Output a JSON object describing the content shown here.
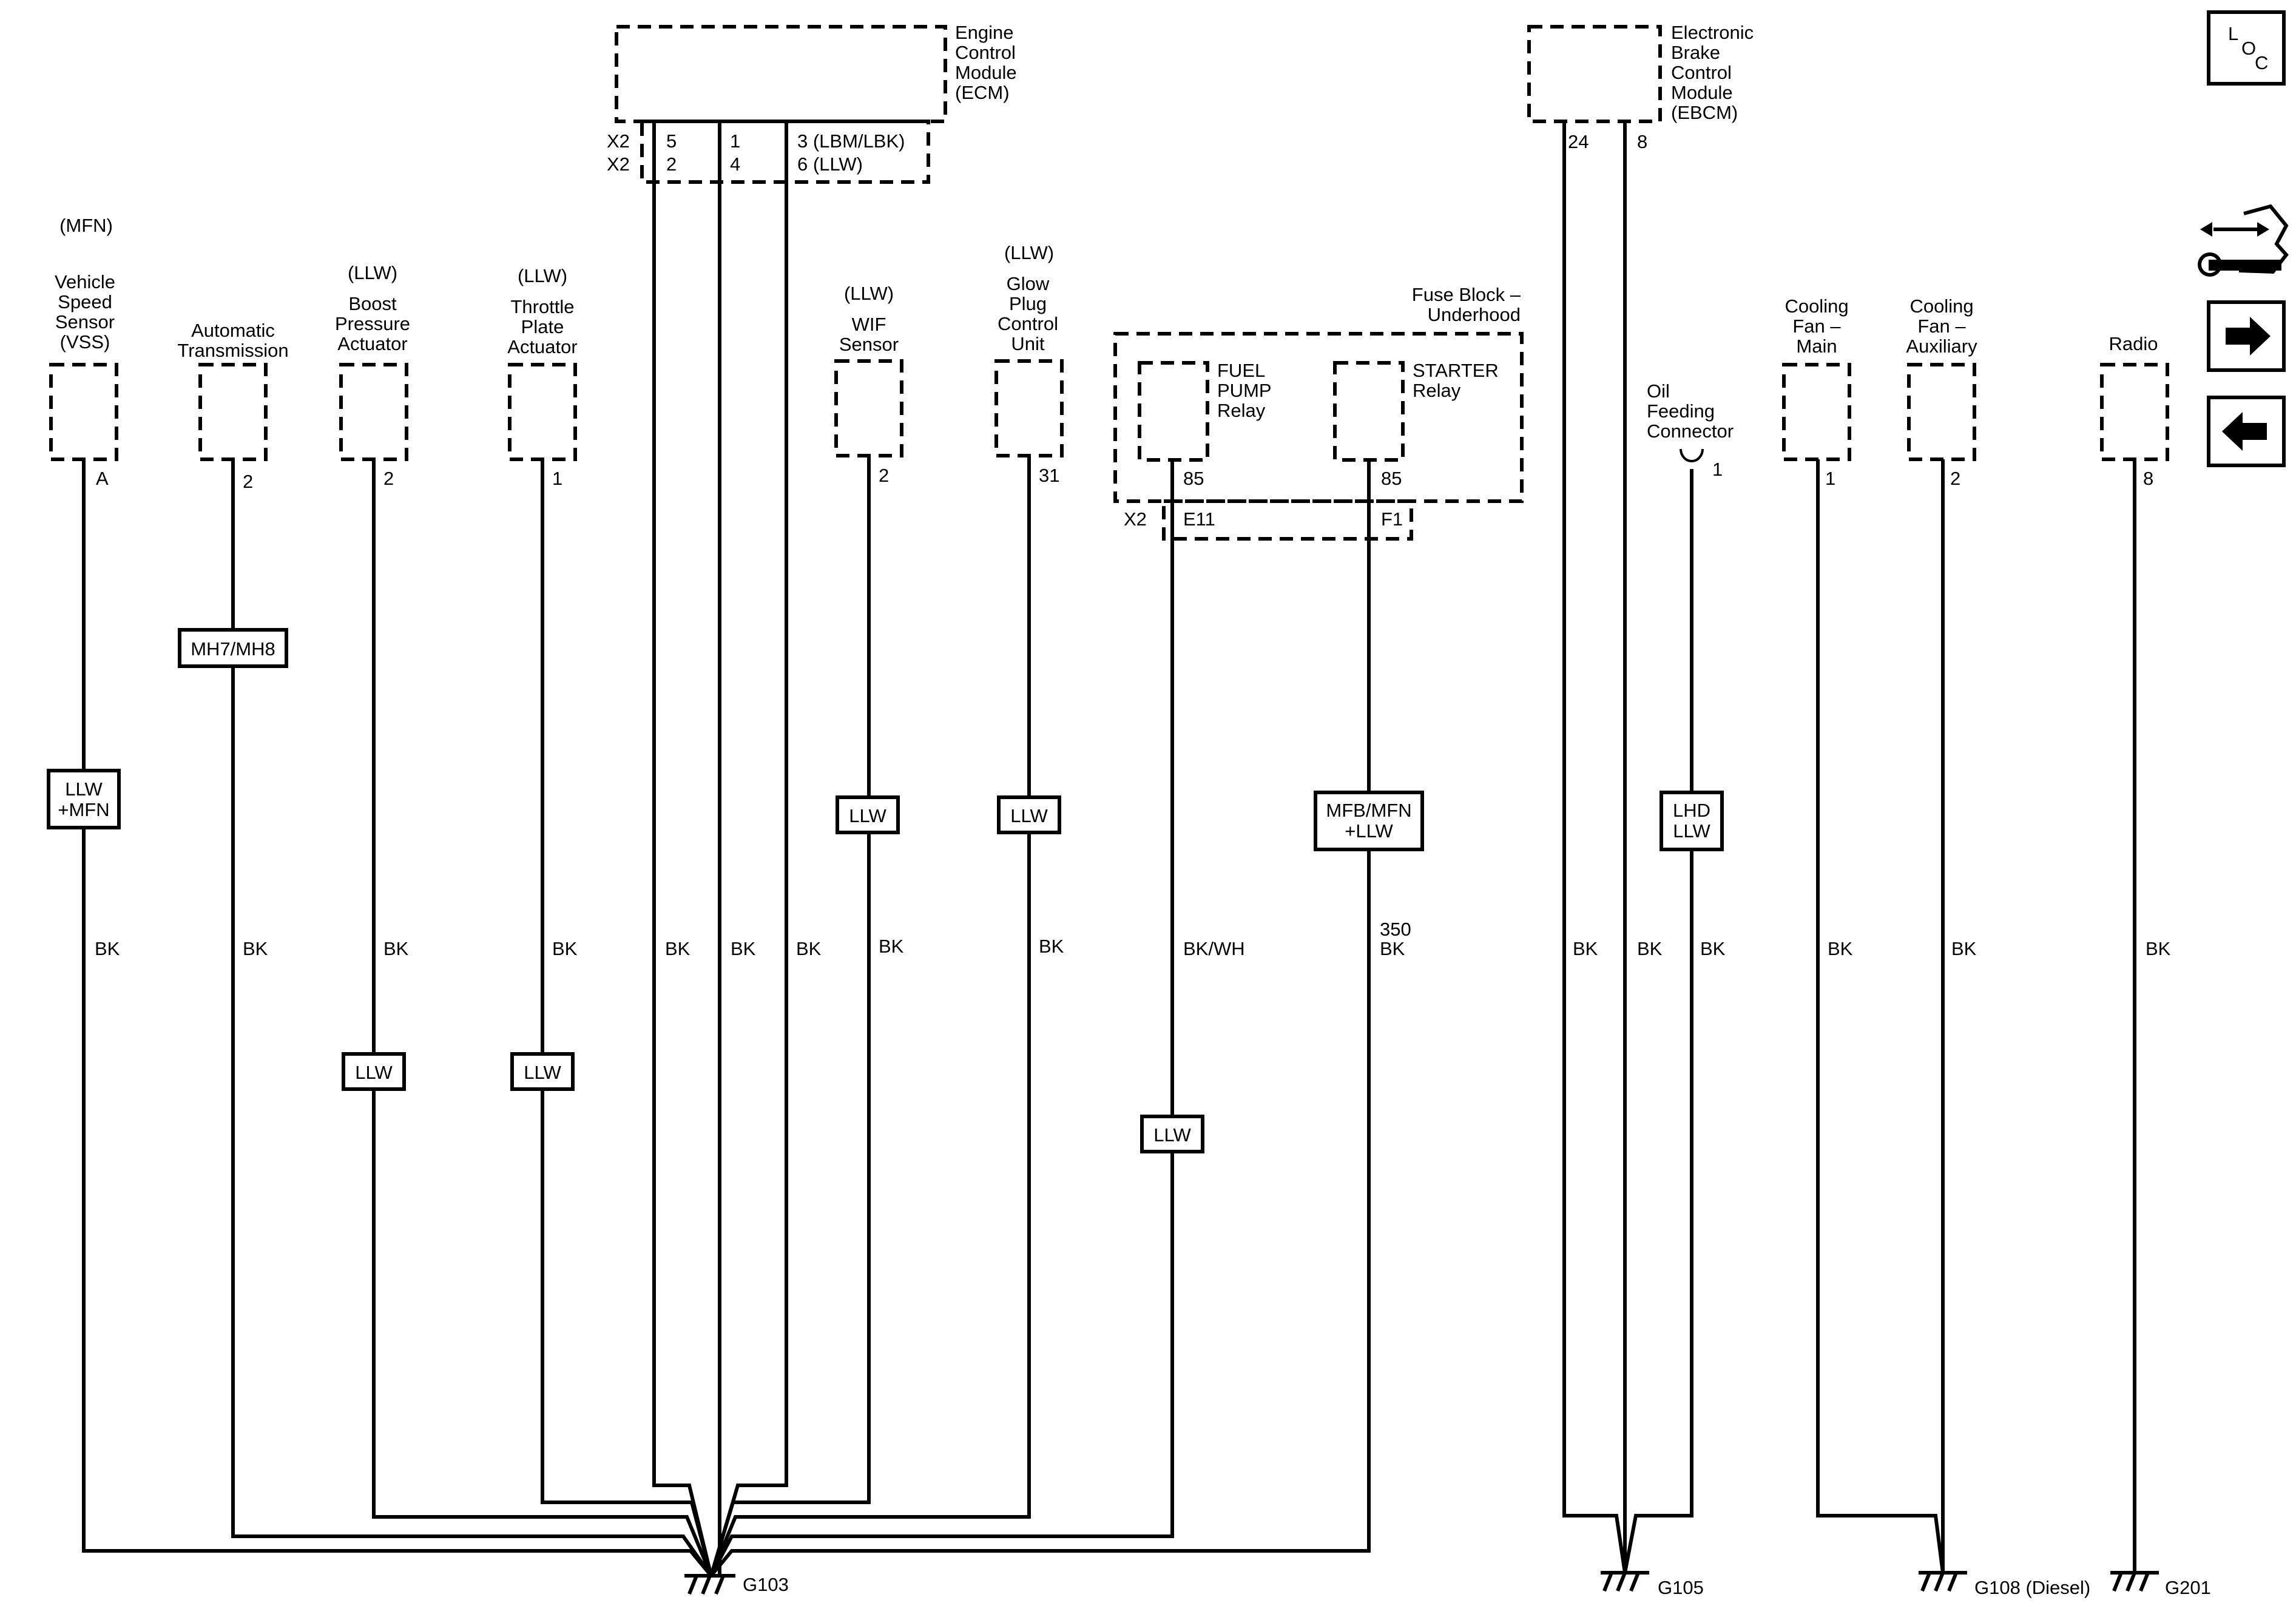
{
  "components": {
    "ecm": [
      "Engine",
      "Control",
      "Module",
      "(ECM)"
    ],
    "ebcm": [
      "Electronic",
      "Brake",
      "Control",
      "Module",
      "(EBCM)"
    ],
    "vss": [
      "(MFN)",
      "Vehicle",
      "Speed",
      "Sensor",
      "(VSS)"
    ],
    "auto_trans": [
      "Automatic",
      "Transmission"
    ],
    "boost": [
      "(LLW)",
      "Boost",
      "Pressure",
      "Actuator"
    ],
    "throttle": [
      "(LLW)",
      "Throttle",
      "Plate",
      "Actuator"
    ],
    "wif": [
      "(LLW)",
      "WIF",
      "Sensor"
    ],
    "glow": [
      "(LLW)",
      "Glow",
      "Plug",
      "Control",
      "Unit"
    ],
    "fuse_block": [
      "Fuse Block –",
      "Underhood"
    ],
    "fuel_pump_relay": [
      "FUEL",
      "PUMP",
      "Relay"
    ],
    "starter_relay": [
      "STARTER",
      "Relay"
    ],
    "oil_feeding": [
      "Oil",
      "Feeding",
      "Connector"
    ],
    "cooling_main": [
      "Cooling",
      "Fan –",
      "Main"
    ],
    "cooling_aux": [
      "Cooling",
      "Fan –",
      "Auxiliary"
    ],
    "radio": [
      "Radio"
    ]
  },
  "ecm_pins": {
    "row1": [
      "X2",
      "5",
      "1",
      "3 (LBM/LBK)"
    ],
    "row2": [
      "X2",
      "2",
      "4",
      "6 (LLW)"
    ]
  },
  "pins": {
    "vss": "A",
    "auto_trans": "2",
    "boost": "2",
    "throttle": "1",
    "wif": "2",
    "glow": "31",
    "fuel_pump": "85",
    "starter": "85",
    "fuse_conn": "X2",
    "fuel_pump_conn": "E11",
    "starter_conn": "F1",
    "oil": "1",
    "ebcm_a": "24",
    "ebcm_b": "8",
    "cooling_main": "1",
    "cooling_aux": "2",
    "radio": "8"
  },
  "option_boxes": {
    "vss": [
      "LLW",
      "+MFN"
    ],
    "auto_trans": "MH7/MH8",
    "wif": "LLW",
    "glow": "LLW",
    "starter": [
      "MFB/MFN",
      "+LLW"
    ],
    "oil": [
      "LHD",
      "LLW"
    ],
    "boost": "LLW",
    "throttle": "LLW",
    "fuel_pump": "LLW"
  },
  "wire_labels": {
    "vss": "BK",
    "auto_trans": "BK",
    "boost": "BK",
    "throttle": "BK",
    "ecm1": "BK",
    "ecm2": "BK",
    "ecm3": "BK",
    "wif": "BK",
    "glow": "BK",
    "fuel_pump": "BK/WH",
    "starter_gauge": "350",
    "starter": "BK",
    "ebcm_a": "BK",
    "ebcm_b": "BK",
    "oil": "BK",
    "cooling_main": "BK",
    "cooling_aux": "BK",
    "radio": "BK"
  },
  "grounds": {
    "g103": "G103",
    "g105": "G105",
    "g108": "G108 (Diesel)",
    "g201": "G201"
  },
  "nav": {
    "loc": [
      "L",
      "O",
      "C"
    ],
    "icons": [
      "harness-tool-icon",
      "arrow-right-icon",
      "arrow-left-icon"
    ]
  }
}
